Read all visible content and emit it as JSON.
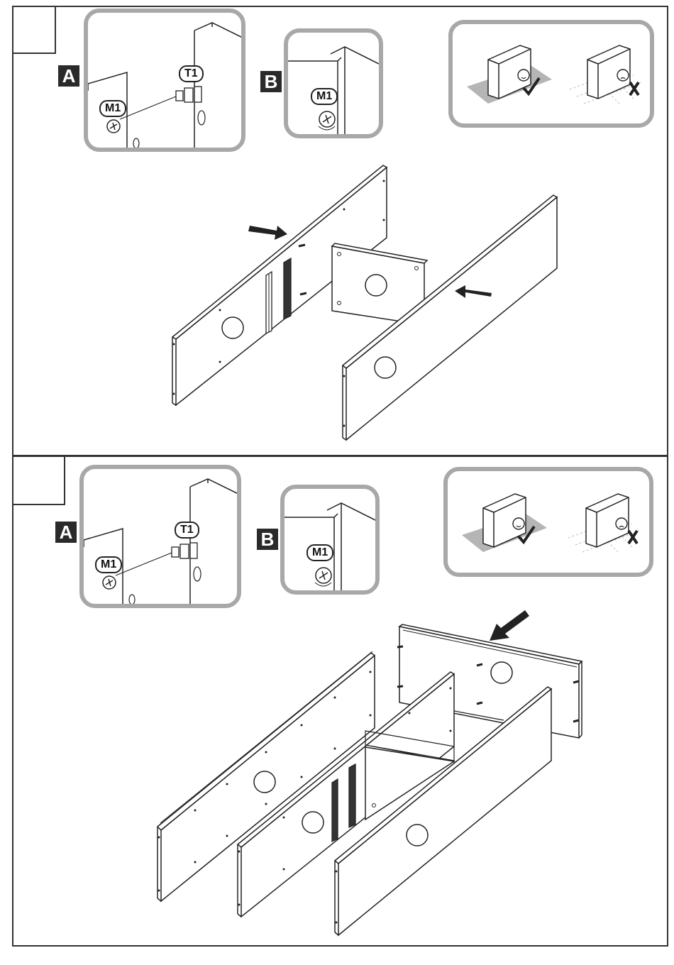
{
  "steps": [
    {
      "step_number": "",
      "detail_a": {
        "letter": "A",
        "part_screw": "M1",
        "part_dowel": "T1"
      },
      "detail_b": {
        "letter": "B",
        "part_screw": "M1"
      },
      "floor_advice": {
        "good_icon": "smiley-check-icon",
        "bad_icon": "frown-cross-icon"
      },
      "arrows": 2
    },
    {
      "step_number": "",
      "detail_a": {
        "letter": "A",
        "part_screw": "M1",
        "part_dowel": "T1"
      },
      "detail_b": {
        "letter": "B",
        "part_screw": "M1"
      },
      "floor_advice": {
        "good_icon": "smiley-check-icon",
        "bad_icon": "frown-cross-icon"
      },
      "arrows": 1
    }
  ],
  "colors": {
    "frame": "#333333",
    "inset_border": "#a8a8a8",
    "letter_bg": "#2a2a2a",
    "mat": "#b5b5b5"
  }
}
